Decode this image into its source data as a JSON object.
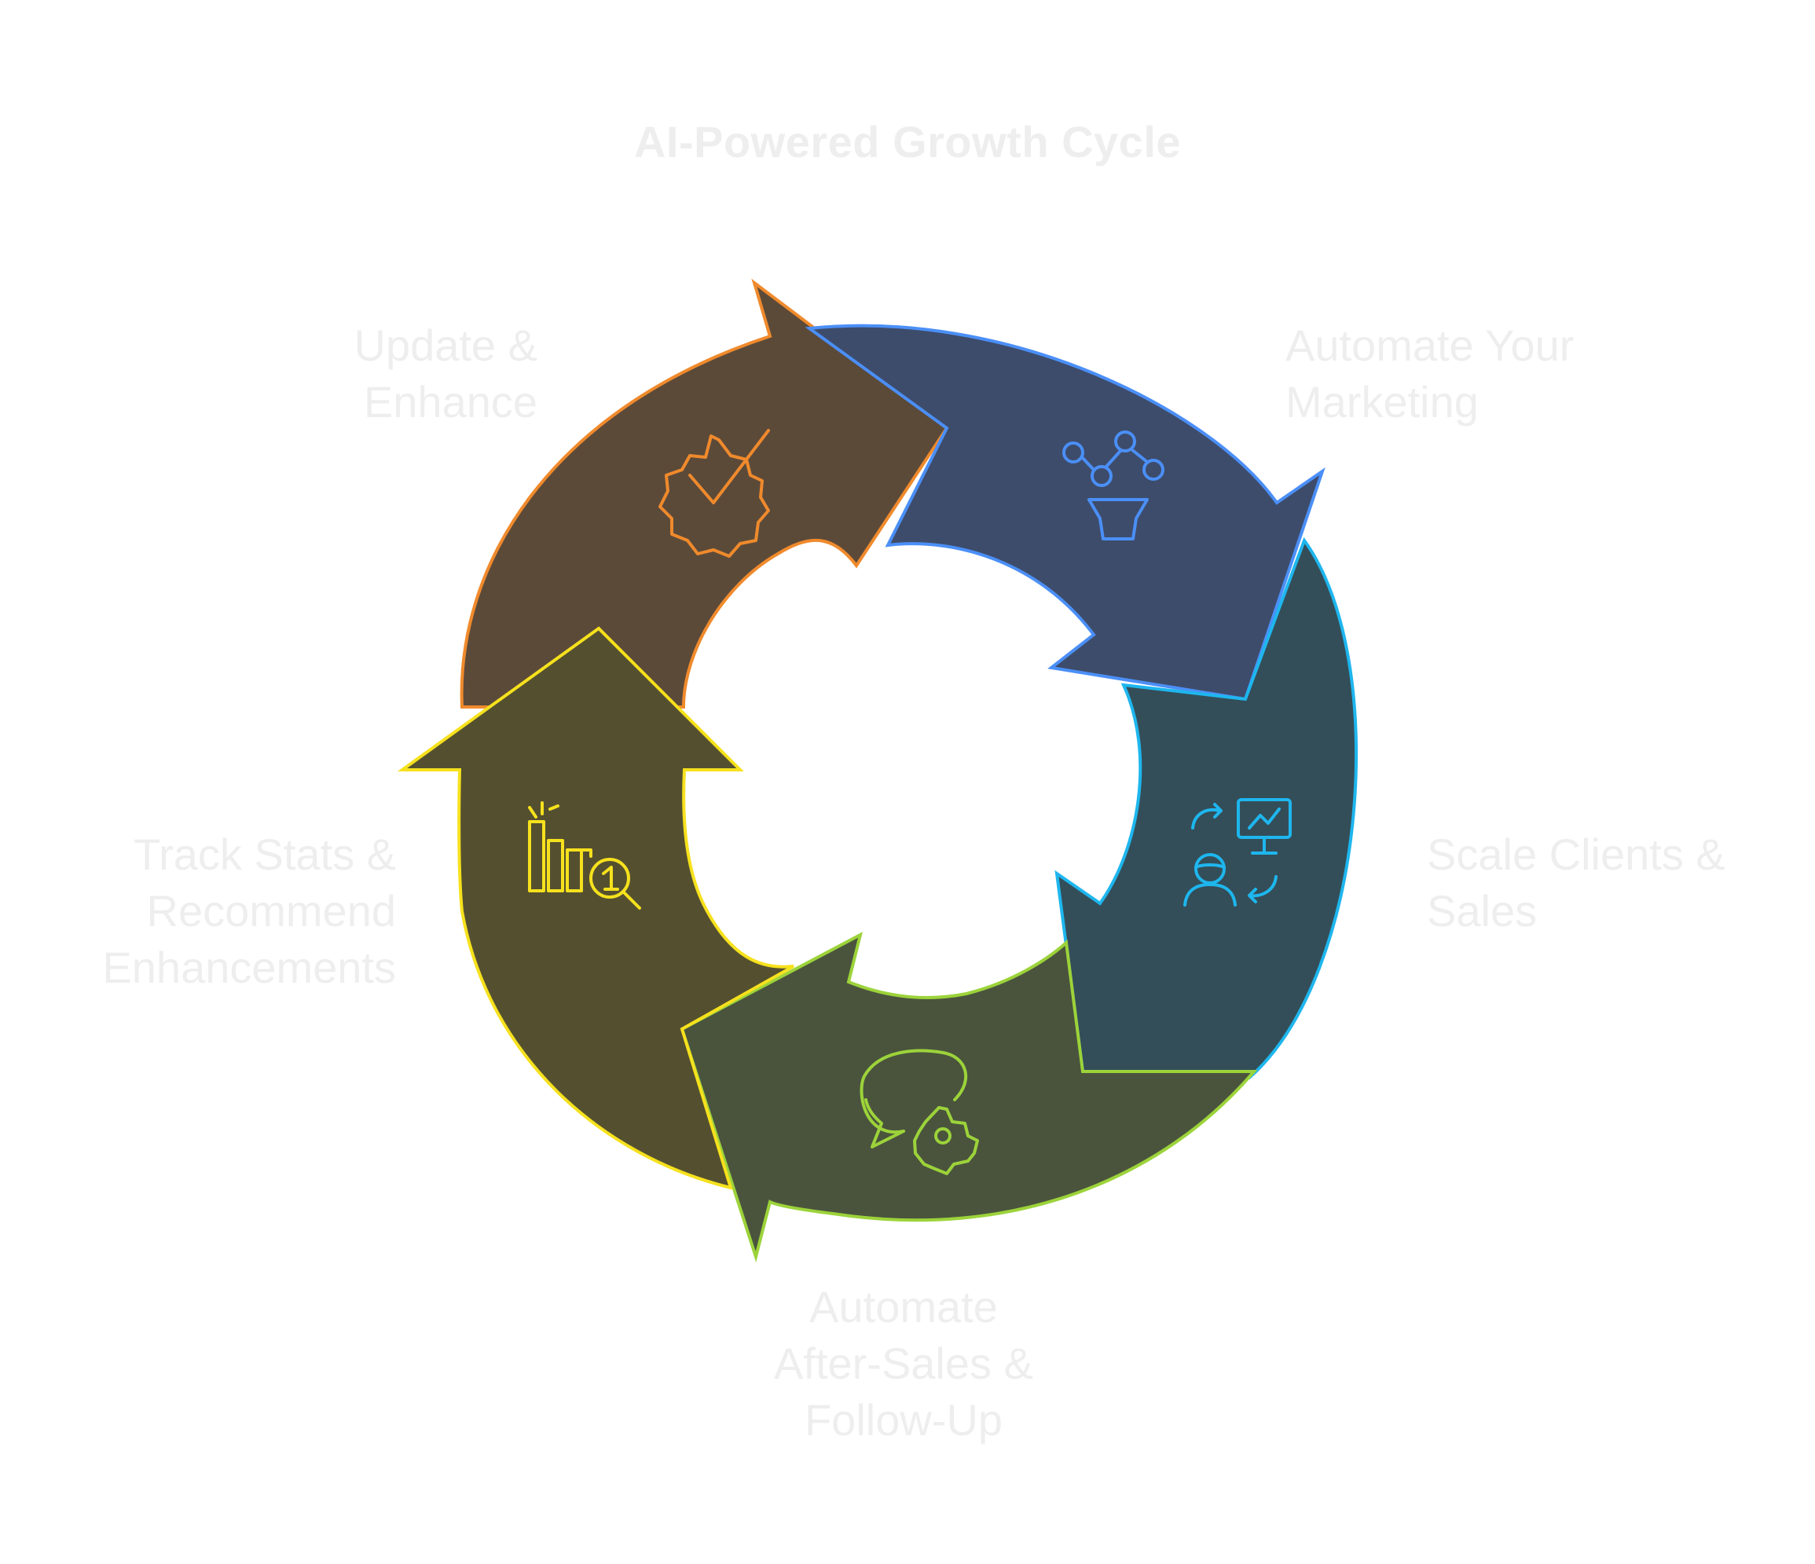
{
  "diagram": {
    "title": "AI-Powered Growth Cycle",
    "steps": [
      {
        "id": "marketing",
        "lines": [
          "Automate Your",
          "Marketing"
        ],
        "icon": "funnel-network-icon",
        "stroke": "#4b8ff7",
        "fill": "#3d4c6b"
      },
      {
        "id": "scale",
        "lines": [
          "Scale Clients &",
          "Sales"
        ],
        "icon": "user-presentation-icon",
        "stroke": "#1eb6ee",
        "fill": "#334e59"
      },
      {
        "id": "aftersales",
        "lines": [
          "Automate",
          "After-Sales &",
          "Follow-Up"
        ],
        "icon": "chat-gear-icon",
        "stroke": "#9cd33a",
        "fill": "#4a543d"
      },
      {
        "id": "track",
        "lines": [
          "Track Stats &",
          "Recommend",
          "Enhancements"
        ],
        "icon": "chart-search-icon",
        "stroke": "#f6e11d",
        "fill": "#54502f"
      },
      {
        "id": "update",
        "lines": [
          "Update &",
          "Enhance"
        ],
        "icon": "gear-check-icon",
        "stroke": "#f08a2c",
        "fill": "#5c4a39"
      }
    ],
    "label_color": "#eeeeef",
    "title_color": "#eeeeef"
  }
}
